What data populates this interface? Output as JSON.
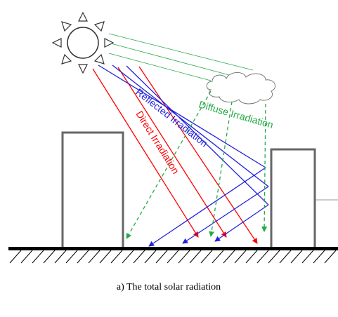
{
  "labels": {
    "direct": "Direct Irradiation",
    "reflected": "Reflected Irradiation",
    "diffuse": "Diffuse Irradiation"
  },
  "caption": "a) The total solar radiation",
  "colors": {
    "direct": "#ff0000",
    "reflected": "#2222dd",
    "diffuse": "#22aa44",
    "outline": "#666666",
    "ground": "#000000"
  },
  "icons": [
    "sun-icon",
    "cloud-icon",
    "arrow-icon"
  ]
}
